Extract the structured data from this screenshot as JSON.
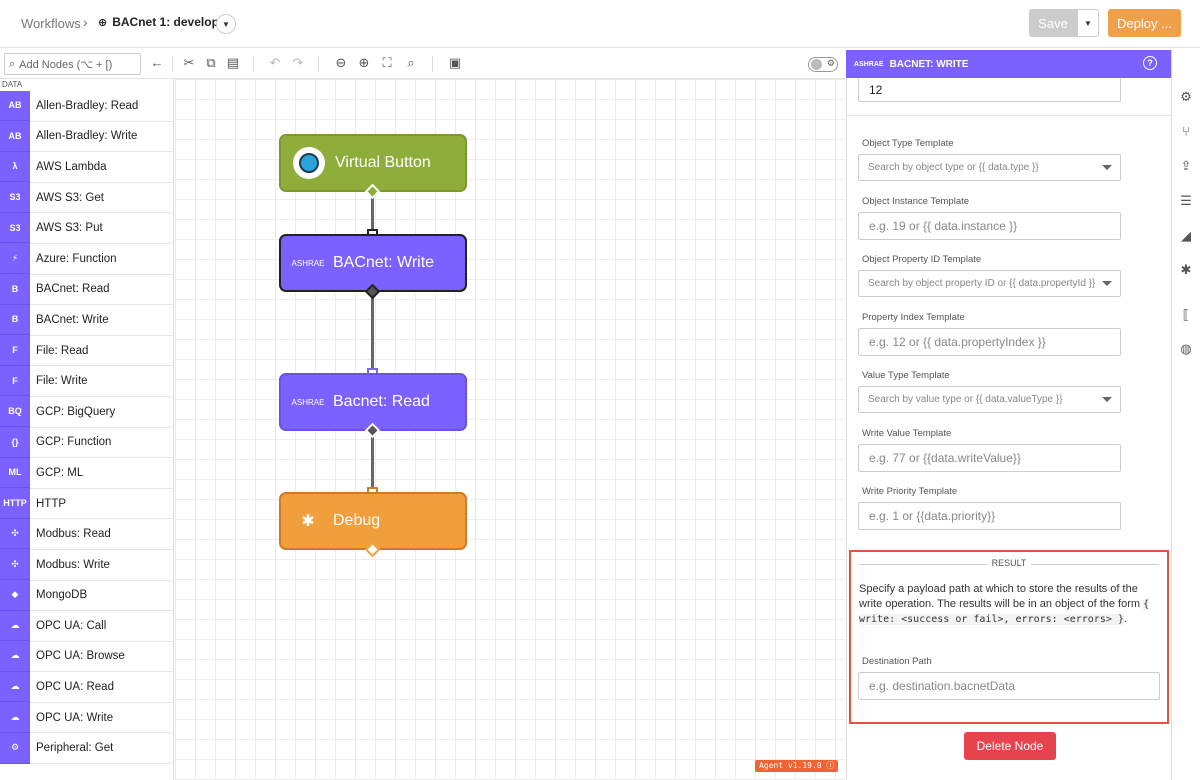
{
  "header": {
    "breadcrumb": "Workflows",
    "separator": "›",
    "workflow_title": "BACnet 1: develop",
    "save_label": "Save",
    "deploy_label": "Deploy ..."
  },
  "toolbar": {
    "search_placeholder": "Add Nodes (⌥ + [)"
  },
  "palette": {
    "section_label": "DATA",
    "items": [
      {
        "label": "Allen-Bradley: Read",
        "icon": "AB"
      },
      {
        "label": "Allen-Bradley: Write",
        "icon": "AB"
      },
      {
        "label": "AWS Lambda",
        "icon": "λ"
      },
      {
        "label": "AWS S3: Get",
        "icon": "S3"
      },
      {
        "label": "AWS S3: Put",
        "icon": "S3"
      },
      {
        "label": "Azure: Function",
        "icon": "⚡"
      },
      {
        "label": "BACnet: Read",
        "icon": "B"
      },
      {
        "label": "BACnet: Write",
        "icon": "B"
      },
      {
        "label": "File: Read",
        "icon": "F"
      },
      {
        "label": "File: Write",
        "icon": "F"
      },
      {
        "label": "GCP: BigQuery",
        "icon": "BQ"
      },
      {
        "label": "GCP: Function",
        "icon": "{}"
      },
      {
        "label": "GCP: ML",
        "icon": "ML"
      },
      {
        "label": "HTTP",
        "icon": "HTTP"
      },
      {
        "label": "Modbus: Read",
        "icon": "✣"
      },
      {
        "label": "Modbus: Write",
        "icon": "✣"
      },
      {
        "label": "MongoDB",
        "icon": "◆"
      },
      {
        "label": "OPC UA: Call",
        "icon": "☁"
      },
      {
        "label": "OPC UA: Browse",
        "icon": "☁"
      },
      {
        "label": "OPC UA: Read",
        "icon": "☁"
      },
      {
        "label": "OPC UA: Write",
        "icon": "☁"
      },
      {
        "label": "Peripheral: Get",
        "icon": "⚙"
      }
    ]
  },
  "canvas": {
    "nodes": [
      {
        "label": "Virtual Button",
        "color": "#8fad3a"
      },
      {
        "label": "BACnet: Write",
        "color": "#7b61ff"
      },
      {
        "label": "Bacnet: Read",
        "color": "#7b61ff"
      },
      {
        "label": "Debug",
        "color": "#f09f3c"
      }
    ],
    "agent_version": "Agent v1.19.0 ⓘ"
  },
  "panel": {
    "title": "BACNET: WRITE",
    "top_value": "12",
    "fields": {
      "object_type": {
        "label": "Object Type Template",
        "placeholder": "Search by object type or {{ data.type }}"
      },
      "object_instance": {
        "label": "Object Instance Template",
        "placeholder": "e.g. 19 or {{ data.instance }}"
      },
      "object_property": {
        "label": "Object Property ID Template",
        "placeholder": "Search by object property ID or {{ data.propertyId }}"
      },
      "property_index": {
        "label": "Property Index Template",
        "placeholder": "e.g. 12 or {{ data.propertyIndex }}"
      },
      "value_type": {
        "label": "Value Type Template",
        "placeholder": "Search by value type or {{ data.valueType }}"
      },
      "write_value": {
        "label": "Write Value Template",
        "placeholder": "e.g. 77 or {{data.writeValue}}"
      },
      "write_priority": {
        "label": "Write Priority Template",
        "placeholder": "e.g. 1 or {{data.priority}}"
      }
    },
    "result": {
      "title": "RESULT",
      "text_before": "Specify a payload path at which to store the results of the write operation. The results will be in an object of the form ",
      "code": "{ write: <success or fail>, errors: <errors> }",
      "text_after": ".",
      "destination_label": "Destination Path",
      "destination_placeholder": "e.g. destination.bacnetData"
    },
    "delete_label": "Delete Node"
  },
  "colors": {
    "accent": "#7b61ff",
    "deploy": "#f0a04b",
    "danger": "#e6434f",
    "highlight_border": "#e0553c"
  }
}
